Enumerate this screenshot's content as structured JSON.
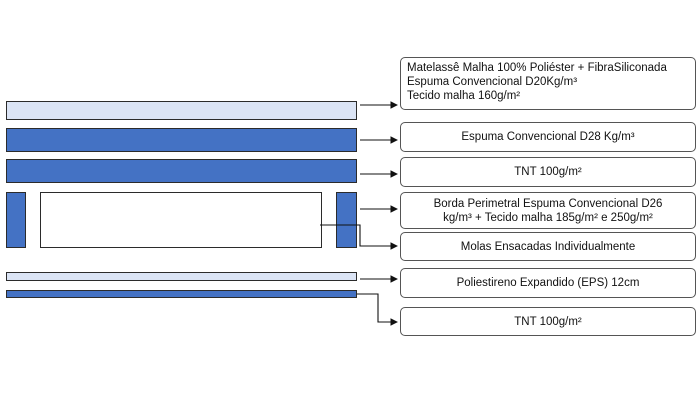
{
  "labels": {
    "top": {
      "lines": [
        "Matelassê Malha 100% Poliéster + FibraSiliconada",
        "Espuma Convencional D20Kg/m³",
        "Tecido malha 160g/m²"
      ]
    },
    "foam_d28": "Espuma Convencional D28 Kg/m³",
    "tnt_top": "TNT 100g/m²",
    "border": {
      "lines": [
        "Borda Perimetral Espuma Convencional D26",
        "kg/m³ + Tecido malha 185g/m² e 250g/m²"
      ]
    },
    "springs": "Molas Ensacadas Individualmente",
    "eps": "Poliestireno Expandido (EPS) 12cm",
    "tnt_bottom": "TNT 100g/m²"
  },
  "colors": {
    "layer_dark": "#4472c4",
    "layer_light": "#dbe4f5",
    "outline": "#2b2b2b",
    "connector": "#111111"
  }
}
